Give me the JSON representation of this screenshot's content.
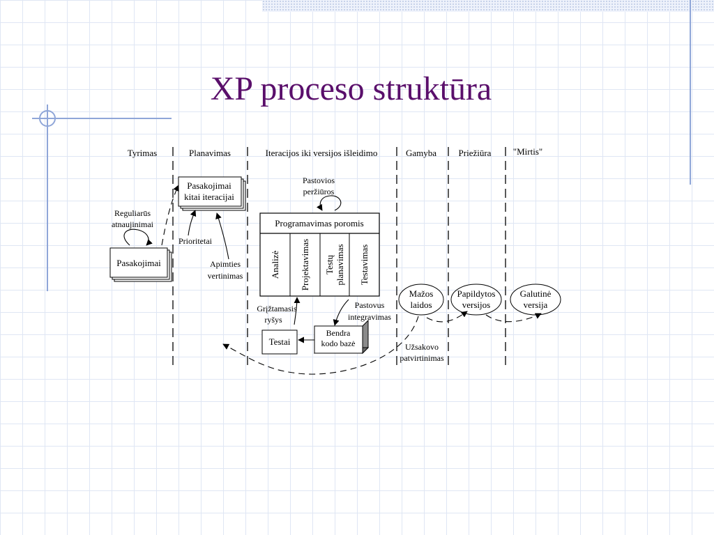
{
  "slide": {
    "title": "XP proceso struktūra"
  },
  "phases": {
    "tyrimas": "Tyrimas",
    "planavimas": "Planavimas",
    "iteracijos": "Iteracijos iki versijos išleidimo",
    "gamyba": "Gamyba",
    "prieziura": "Priežiūra",
    "mirtis": "\"Mirtis\""
  },
  "nodes": {
    "pasakojimai": "Pasakojimai",
    "pasakojimai_iter_1": "Pasakojimai",
    "pasakojimai_iter_2": "kitai iteracijai",
    "programavimas": "Programavimas poromis",
    "analize": "Analizė",
    "projektavimas": "Projektavimas",
    "testu_1": "Testų",
    "testu_2": "planavimas",
    "testavimas": "Testavimas",
    "testai": "Testai",
    "bendra_1": "Bendra",
    "bendra_2": "kodo bazė",
    "mazos_1": "Mažos",
    "mazos_2": "laidos",
    "papildytos_1": "Papildytos",
    "papildytos_2": "versijos",
    "galutine_1": "Galutinė",
    "galutine_2": "versija"
  },
  "labels": {
    "reguliarus_1": "Reguliarūs",
    "reguliarus_2": "atnaujinimai",
    "prioritetai": "Prioritetai",
    "apimties_1": "Apimties",
    "apimties_2": "vertinimas",
    "pastovios_1": "Pastovios",
    "pastovios_2": "peržiūros",
    "grizta_1": "Grįžtamasis",
    "grizta_2": "ryšys",
    "pastovus_1": "Pastovus",
    "pastovus_2": "integravimas",
    "uzsakovo_1": "Užsakovo",
    "uzsakovo_2": "patvirtinimas"
  },
  "colors": {
    "title": "#5a0f6b",
    "grid": "#dfe6f4",
    "accent_line": "#8fa6d8"
  }
}
